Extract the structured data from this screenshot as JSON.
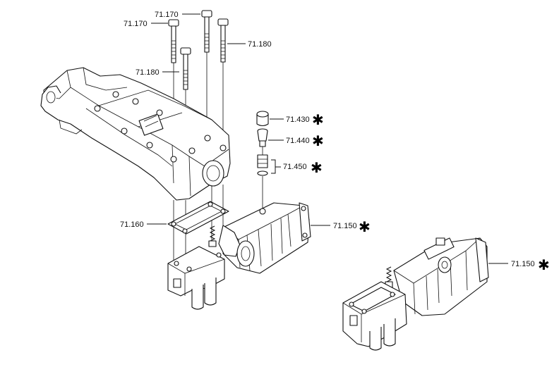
{
  "callouts": [
    {
      "id": "c1",
      "part": "71.170",
      "star": false
    },
    {
      "id": "c2",
      "part": "71.170",
      "star": false
    },
    {
      "id": "c3",
      "part": "71.180",
      "star": false
    },
    {
      "id": "c4",
      "part": "71.180",
      "star": false
    },
    {
      "id": "c5",
      "part": "71.430",
      "star": true
    },
    {
      "id": "c6",
      "part": "71.440",
      "star": true
    },
    {
      "id": "c7",
      "part": "71.450",
      "star": true
    },
    {
      "id": "c8",
      "part": "71.160",
      "star": false
    },
    {
      "id": "c9",
      "part": "71.150",
      "star": true
    },
    {
      "id": "c10",
      "part": "71.150",
      "star": true
    }
  ],
  "star_symbol": "✱"
}
